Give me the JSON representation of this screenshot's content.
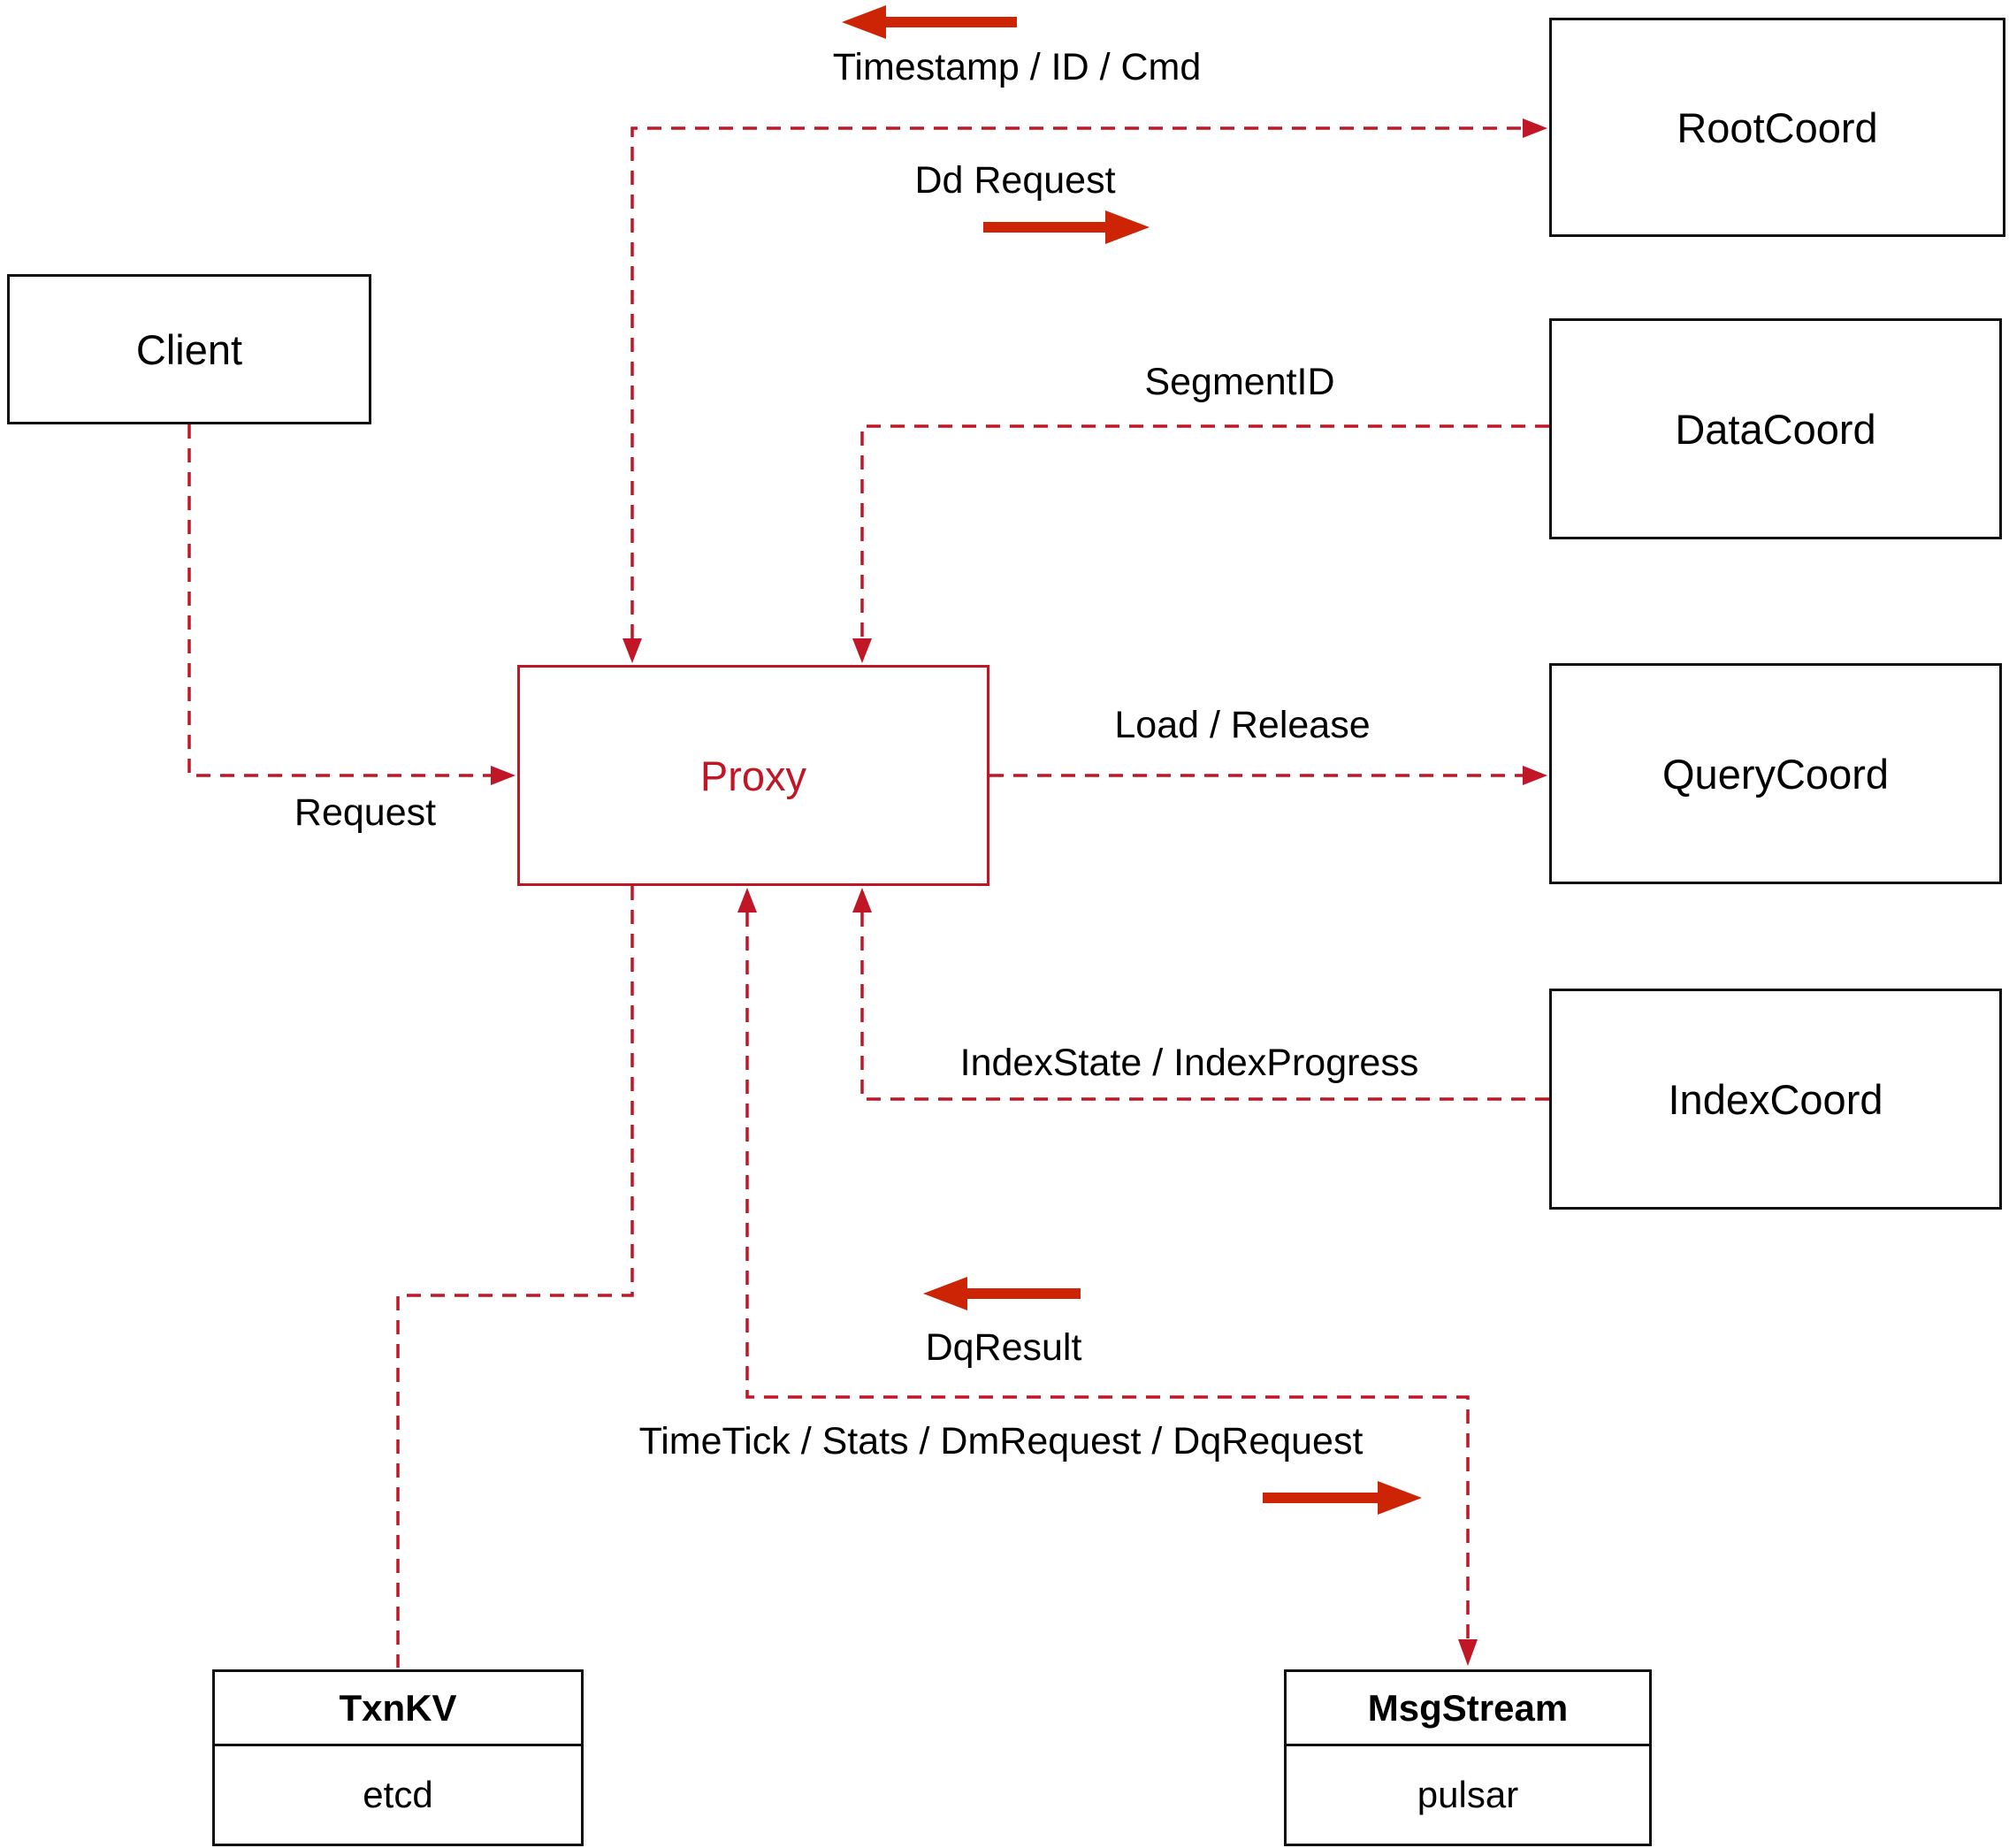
{
  "diagram": {
    "nodes": {
      "client": {
        "label": "Client"
      },
      "proxy": {
        "label": "Proxy"
      },
      "root_coord": {
        "label": "RootCoord"
      },
      "data_coord": {
        "label": "DataCoord"
      },
      "query_coord": {
        "label": "QueryCoord"
      },
      "index_coord": {
        "label": "IndexCoord"
      },
      "txnkv": {
        "title": "TxnKV",
        "subtitle": "etcd"
      },
      "msgstream": {
        "title": "MsgStream",
        "subtitle": "pulsar"
      }
    },
    "edge_labels": {
      "timestamp_id_cmd": "Timestamp / ID / Cmd",
      "dd_request": "Dd Request",
      "segment_id": "SegmentID",
      "load_release": "Load / Release",
      "index_state": "IndexState / IndexProgress",
      "request": "Request",
      "dq_result": "DqResult",
      "timetick": "TimeTick / Stats / DmRequest / DqRequest"
    },
    "colors": {
      "line": "#c01626",
      "arrow": "#cc2405",
      "proxy": "#c01626",
      "box_border": "#111111",
      "text": "#000000"
    }
  }
}
